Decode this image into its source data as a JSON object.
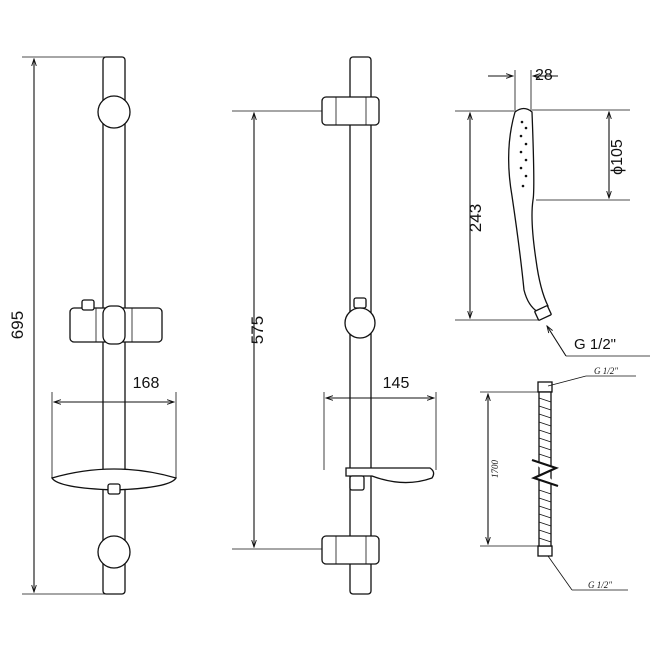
{
  "dimensions": {
    "total_height": "695",
    "dish_width_left": "168",
    "rail_length": "575",
    "dish_width_right": "145",
    "head_depth": "28",
    "head_diameter": "ϕ105",
    "handshower_length": "243",
    "thread_hand": "G 1/2\"",
    "hose_thread_top": "G 1/2\"",
    "hose_length": "1700",
    "hose_thread_bottom": "G 1/2\""
  },
  "colors": {
    "line": "#111111",
    "background": "#ffffff"
  }
}
